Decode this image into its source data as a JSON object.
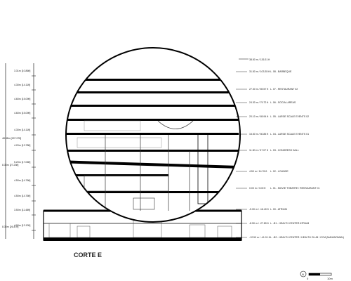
{
  "title": "CORTE E",
  "scale_bar": {
    "start": "0",
    "end": "10m"
  },
  "north_mark": "N",
  "top_label": "38.50 m / 126.31 ft",
  "levels": [
    {
      "elev": "31.50 m / 103.35 ft",
      "name": "L. 08 - BARBEQUE"
    },
    {
      "elev": "27.30 m / 89.57 ft",
      "name": "L. 07 - RESTAURANT 02"
    },
    {
      "elev": "24.30 m / 79.72 ft",
      "name": "L. 06 - SOCIAL AREAS"
    },
    {
      "elev": "20.10 m / 65.94 ft",
      "name": "L. 05 - LARGE SCALE EVENTS 02"
    },
    {
      "elev": "15.50 m / 50.85 ft",
      "name": "L. 04 - LARGE SCALE EVENTS 01"
    },
    {
      "elev": "11.30 m / 37.07 ft",
      "name": "L. 03 - CONGRESS HALL"
    },
    {
      "elev": "4.50 m / 14.76 ft",
      "name": "L. 02 - LOUNGE"
    },
    {
      "elev": "0.00 m / 0.00 ft",
      "name": "L. 01 - MOVIE THEATRE / RESTAURANT 01"
    },
    {
      "elev": "-5.00 m / -16.40 ft",
      "name": "L. 00 - ATRIUM"
    },
    {
      "elev": "-8.50 m / -27.89 ft",
      "name": "L. -B1 - HEALTH CENTER ATRIUM"
    },
    {
      "elev": "-12.50 m / -41.01 ft",
      "name": "L. -B2 - HEALTH CENTER / HEALTH CLUB / GYM (MAN/WOMAN)"
    }
  ],
  "dims_left": [
    {
      "text": "3.31m [10.86ft]"
    },
    {
      "text": "4.30m [14.11ft]"
    },
    {
      "text": "4.60m [15.09ft]"
    },
    {
      "text": "4.60m [15.09ft]"
    },
    {
      "text": "4.30m [14.11ft]"
    },
    {
      "text": "4.20m [13.78ft]"
    },
    {
      "text": "5.20m [17.06ft]"
    },
    {
      "text": "4.50m [14.76ft]"
    },
    {
      "text": "4.50m [14.76ft]"
    },
    {
      "text": "3.50m [11.48ft]"
    },
    {
      "text": "4.00m [13.12ft]"
    }
  ],
  "dims_outer": [
    {
      "text": "48.38m [157.97ft]"
    },
    {
      "text": "8.30m [27.23ft]"
    },
    {
      "text": "8.30m [26.47ft]"
    }
  ]
}
